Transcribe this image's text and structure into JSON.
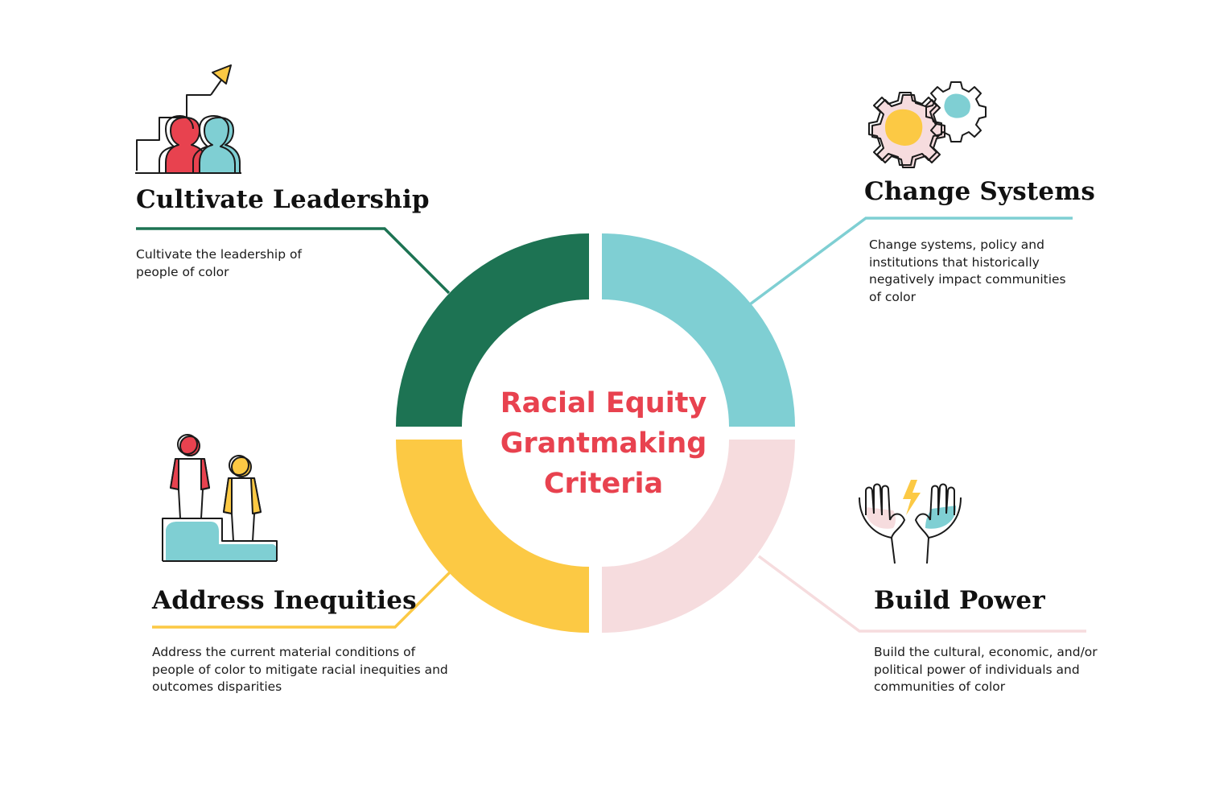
{
  "center_title": "Racial Equity Grantmaking Criteria",
  "colors": {
    "green": "#1d7353",
    "teal": "#7fcfd3",
    "yellow": "#fcc944",
    "pink": "#f6dcde",
    "red": "#e8424f",
    "ink": "#1a1a1a"
  },
  "criteria": [
    {
      "heading": "Cultivate Leadership",
      "description": "Cultivate the leadership of people of color",
      "icon": "leadership-stairs-icon",
      "color": "#1d7353"
    },
    {
      "heading": "Change Systems",
      "description": "Change systems, policy and institutions that historically negatively impact communities of color",
      "icon": "gears-icon",
      "color": "#7fcfd3"
    },
    {
      "heading": "Address Inequities",
      "description": "Address the current material conditions of people of color to mitigate racial inequities and outcomes disparities",
      "icon": "people-on-steps-icon",
      "color": "#fcc944"
    },
    {
      "heading": "Build Power",
      "description": "Build the cultural, economic, and/or political power of individuals and communities of color",
      "icon": "hands-lightning-icon",
      "color": "#f6dcde"
    }
  ]
}
